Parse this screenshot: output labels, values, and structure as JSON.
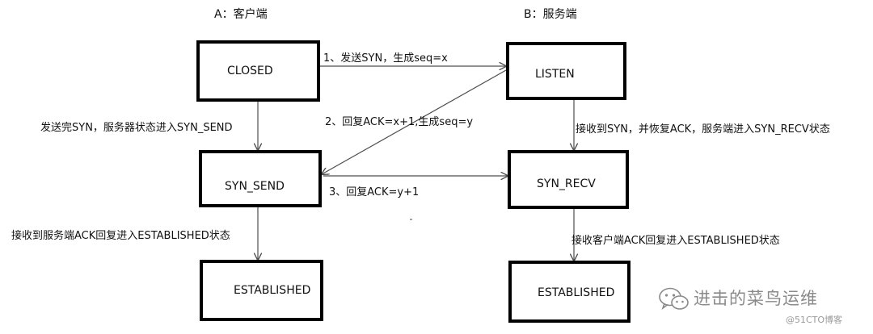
{
  "headers": {
    "client": "A：客户端",
    "server": "B：服务端"
  },
  "states": {
    "client_closed": "CLOSED",
    "client_syn_send": "SYN_SEND",
    "client_established": "ESTABLISHED",
    "server_listen": "LISTEN",
    "server_syn_recv": "SYN_RECV",
    "server_established": "ESTABLISHED"
  },
  "messages": {
    "step1": "1、发送SYN，生成seq=x",
    "step2": "2、回复ACK=x+1,生成seq=y",
    "step3": "3、回复ACK=y+1"
  },
  "transitions": {
    "client_closed_to_syn_send": "发送完SYN，服务器状态进入SYN_SEND",
    "client_syn_send_to_established": "接收到服务端ACK回复进入ESTABLISHED状态",
    "server_listen_to_syn_recv": "接收到SYN，并恢复ACK，服务端进入SYN_RECV状态",
    "server_syn_recv_to_established": "接收客户端ACK回复进入ESTABLISHED状态"
  },
  "watermark": {
    "brand": "进击的菜鸟运维",
    "source": "@51CTO博客"
  },
  "colors": {
    "box_border": "#000000",
    "line": "#4d4d4d",
    "watermark": "#8a8a8a"
  }
}
